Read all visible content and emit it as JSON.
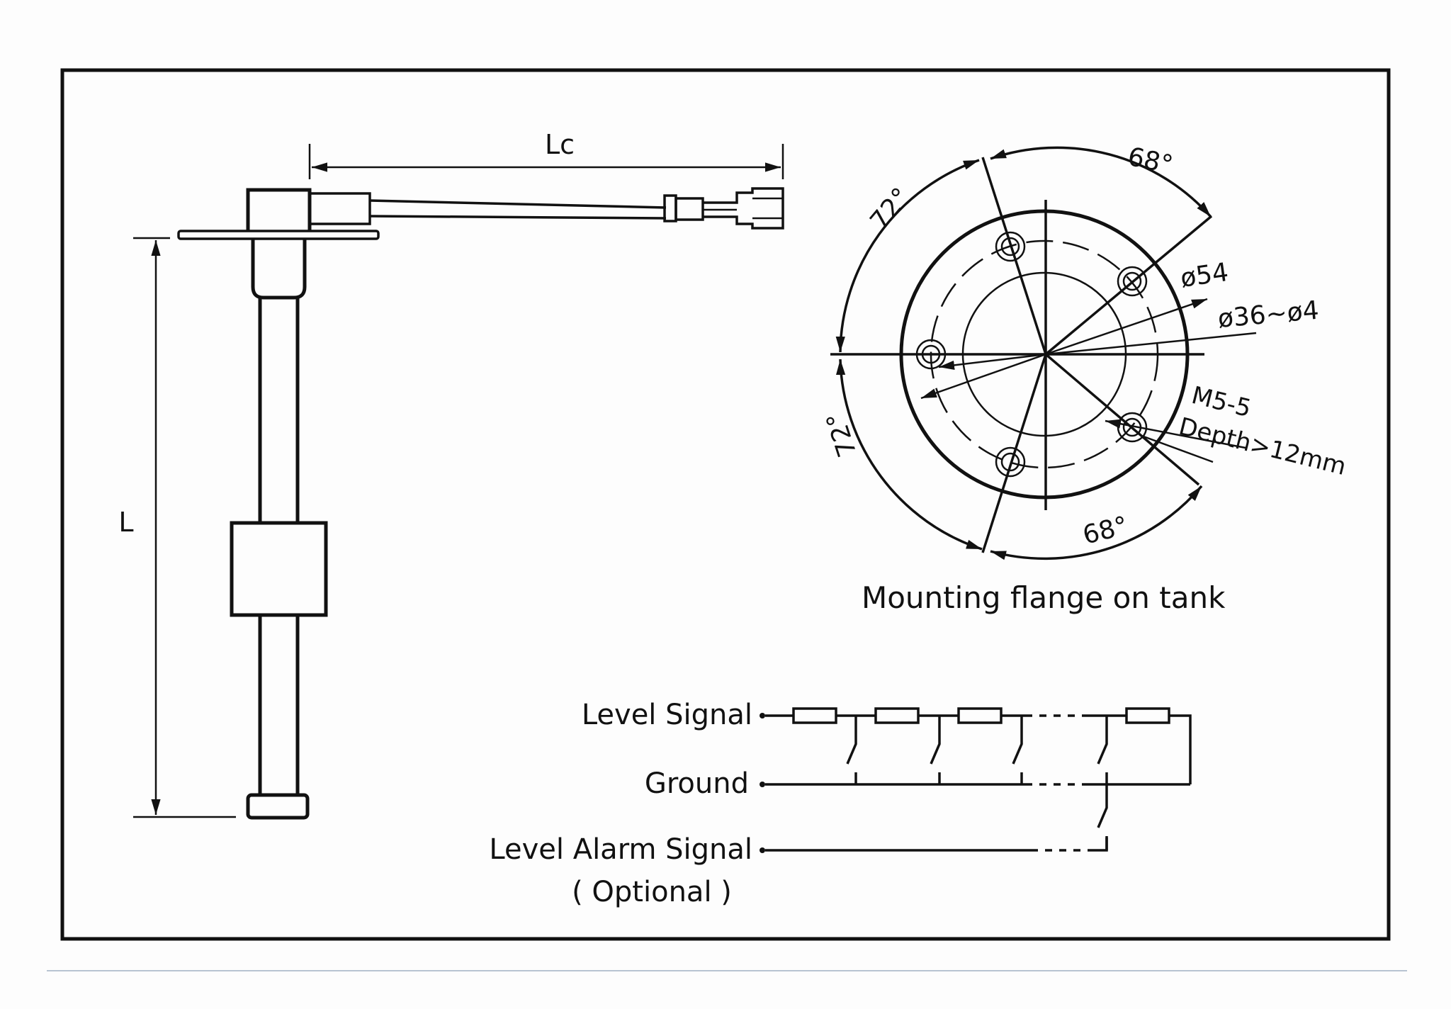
{
  "colors": {
    "ink": "#111111",
    "background": "#fdfdfd",
    "divider": "#b8c4d2"
  },
  "dimensions": {
    "cable_length": "Lc",
    "probe_length": "L"
  },
  "flange": {
    "angle_top": "68°",
    "angle_upper_left": "72°",
    "angle_lower_left": "72°",
    "angle_bottom": "68°",
    "dia_outer": "ø54",
    "dia_inner": "ø36~ø4",
    "thread": "M5-5",
    "depth": "Depth>12mm",
    "caption": "Mounting flange on tank"
  },
  "wiring": {
    "level_signal": "Level Signal",
    "ground": "Ground",
    "alarm_signal": "Level Alarm Signal",
    "optional": "( Optional )"
  }
}
